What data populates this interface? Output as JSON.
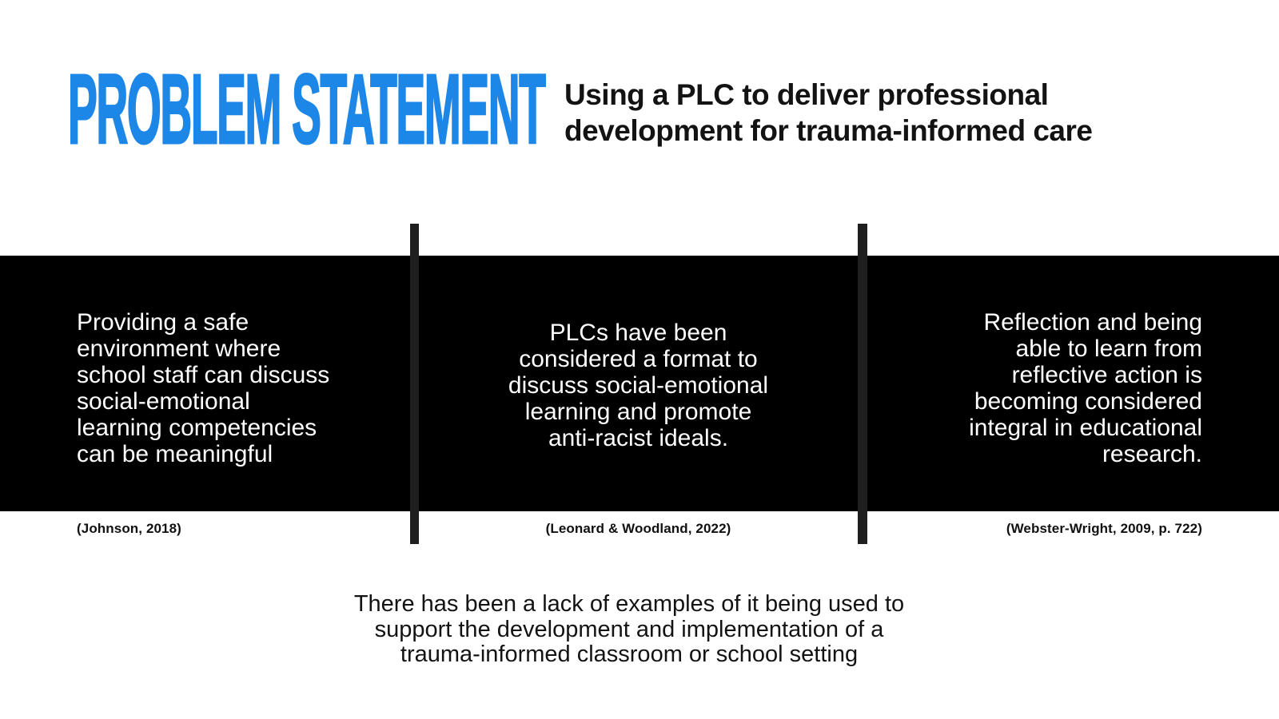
{
  "slide": {
    "title": "PROBLEM STATEMENT",
    "subtitle": "Using a PLC to deliver professional\ndevelopment for trauma-informed care",
    "colors": {
      "accent_blue": "#1d87e8",
      "band_black": "#000000",
      "divider_gray": "#1f1f1f",
      "quote_text_white": "#ffffff",
      "body_text_black": "#131313"
    }
  },
  "band": {
    "quotes": [
      {
        "text": "Providing a safe\nenvironment where\nschool staff can discuss\nsocial-emotional\nlearning competencies\ncan be meaningful",
        "citation": "(Johnson, 2018)",
        "align": "left"
      },
      {
        "text": "PLCs have been\nconsidered a format to\ndiscuss social-emotional\nlearning and promote\nanti-racist ideals.",
        "citation": "(Leonard & Woodland, 2022)",
        "align": "center"
      },
      {
        "text": "Reflection and being\nable to learn from\nreflective action is\nbecoming considered\nintegral in educational\nresearch.",
        "citation": "(Webster-Wright, 2009, p. 722)",
        "align": "right"
      }
    ]
  },
  "footer": {
    "text": "There has been a lack of examples of it being used to\nsupport the development and implementation of a\ntrauma-informed classroom or school setting"
  }
}
